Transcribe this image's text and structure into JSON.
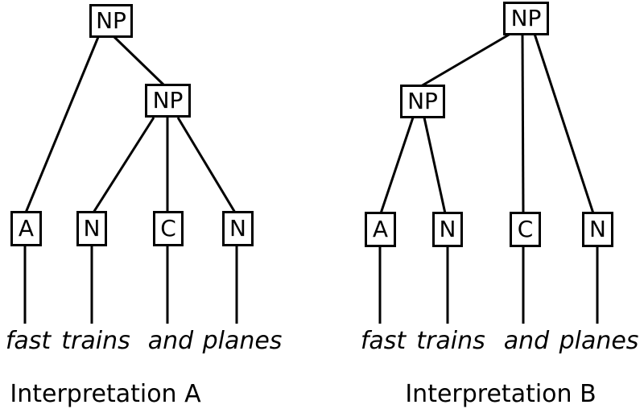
{
  "diagram": {
    "colors": {
      "line": "#000000",
      "background": "#ffffff",
      "text": "#000000"
    },
    "trees": [
      {
        "caption": "Interpretation A",
        "root_label": "NP",
        "inner_label": "NP",
        "leaf_labels": [
          "A",
          "N",
          "C",
          "N"
        ],
        "words": [
          "fast",
          "trains",
          "and",
          "planes"
        ]
      },
      {
        "caption": "Interpretation B",
        "root_label": "NP",
        "inner_label": "NP",
        "leaf_labels": [
          "A",
          "N",
          "C",
          "N"
        ],
        "words": [
          "fast",
          "trains",
          "and",
          "planes"
        ]
      }
    ]
  }
}
